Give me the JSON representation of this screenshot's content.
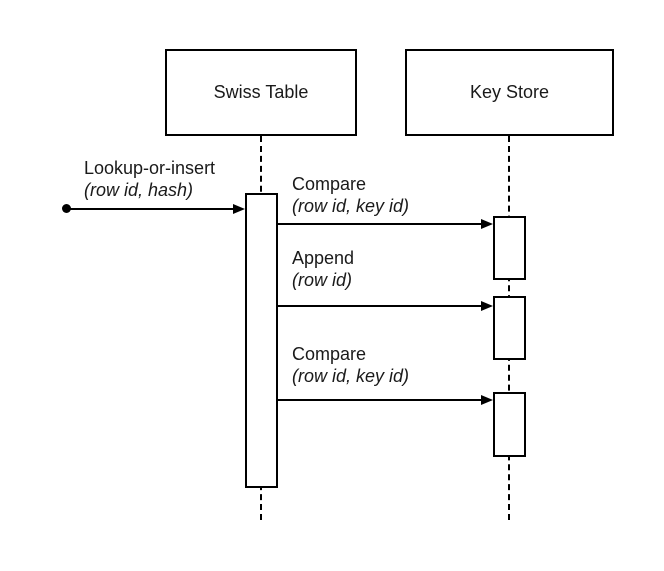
{
  "colors": {
    "background": "#ffffff",
    "stroke": "#000000",
    "text": "#1a1a1a"
  },
  "diagram": {
    "type": "uml-sequence",
    "participants": [
      {
        "label": "Swiss Table"
      },
      {
        "label": "Key Store"
      }
    ],
    "messages": [
      {
        "label": "Lookup-or-insert",
        "args": "(row id, hash)",
        "from": "external-caller",
        "to": "Swiss Table"
      },
      {
        "label": "Compare",
        "args": "(row id, key id)",
        "from": "Swiss Table",
        "to": "Key Store"
      },
      {
        "label": "Append",
        "args": "(row id)",
        "from": "Swiss Table",
        "to": "Key Store"
      },
      {
        "label": "Compare",
        "args": "(row id, key id)",
        "from": "Swiss Table",
        "to": "Key Store"
      }
    ]
  }
}
